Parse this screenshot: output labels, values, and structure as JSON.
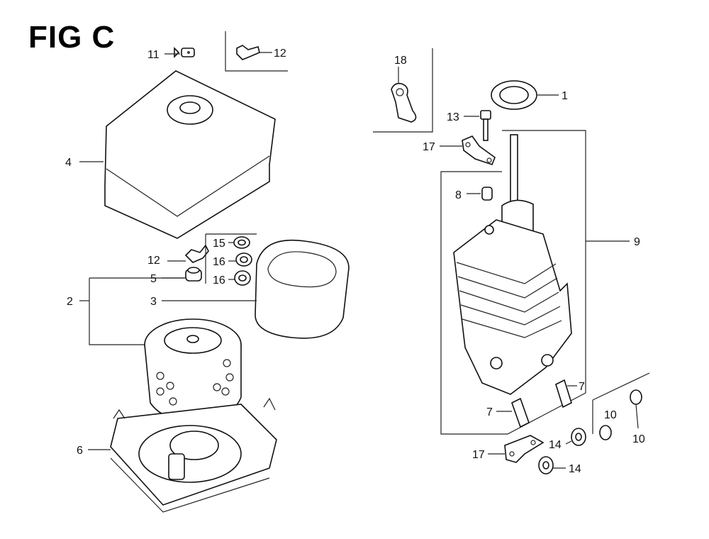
{
  "figure": {
    "title": "FIG C"
  },
  "callouts": {
    "c1": "1",
    "c2": "2",
    "c3": "3",
    "c4": "4",
    "c5": "5",
    "c6": "6",
    "c7a": "7",
    "c7b": "7",
    "c8": "8",
    "c9": "9",
    "c10a": "10",
    "c10b": "10",
    "c11": "11",
    "c12a": "12",
    "c12b": "12",
    "c13": "13",
    "c14a": "14",
    "c14b": "14",
    "c15": "15",
    "c16a": "16",
    "c16b": "16",
    "c17a": "17",
    "c17b": "17",
    "c18": "18"
  }
}
